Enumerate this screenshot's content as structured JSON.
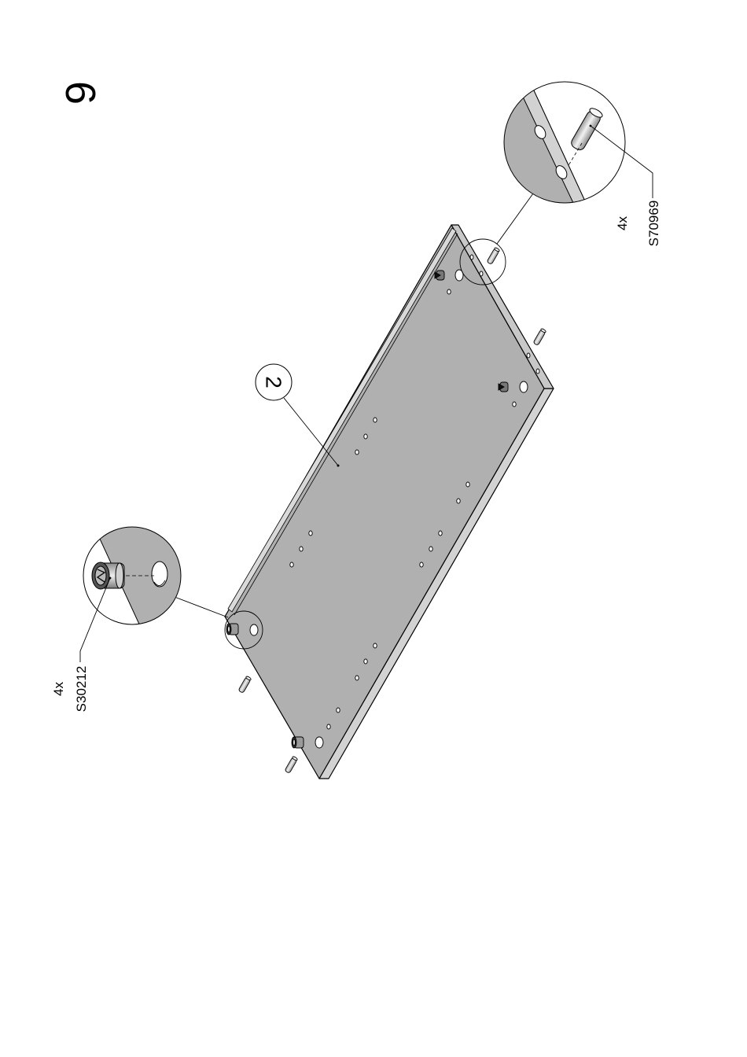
{
  "step": {
    "number": "6"
  },
  "part_label": "2",
  "callouts": {
    "dowel": {
      "qty": "4x",
      "code": "S70969",
      "icon": "wooden-dowel-icon"
    },
    "cam_fitting": {
      "qty": "4x",
      "code": "S30212",
      "icon": "cam-bolt-icon"
    }
  },
  "colors": {
    "panel_face": "#b0b0b0",
    "panel_edge": "#d2d2d2",
    "line": "#000000",
    "background": "#ffffff"
  }
}
